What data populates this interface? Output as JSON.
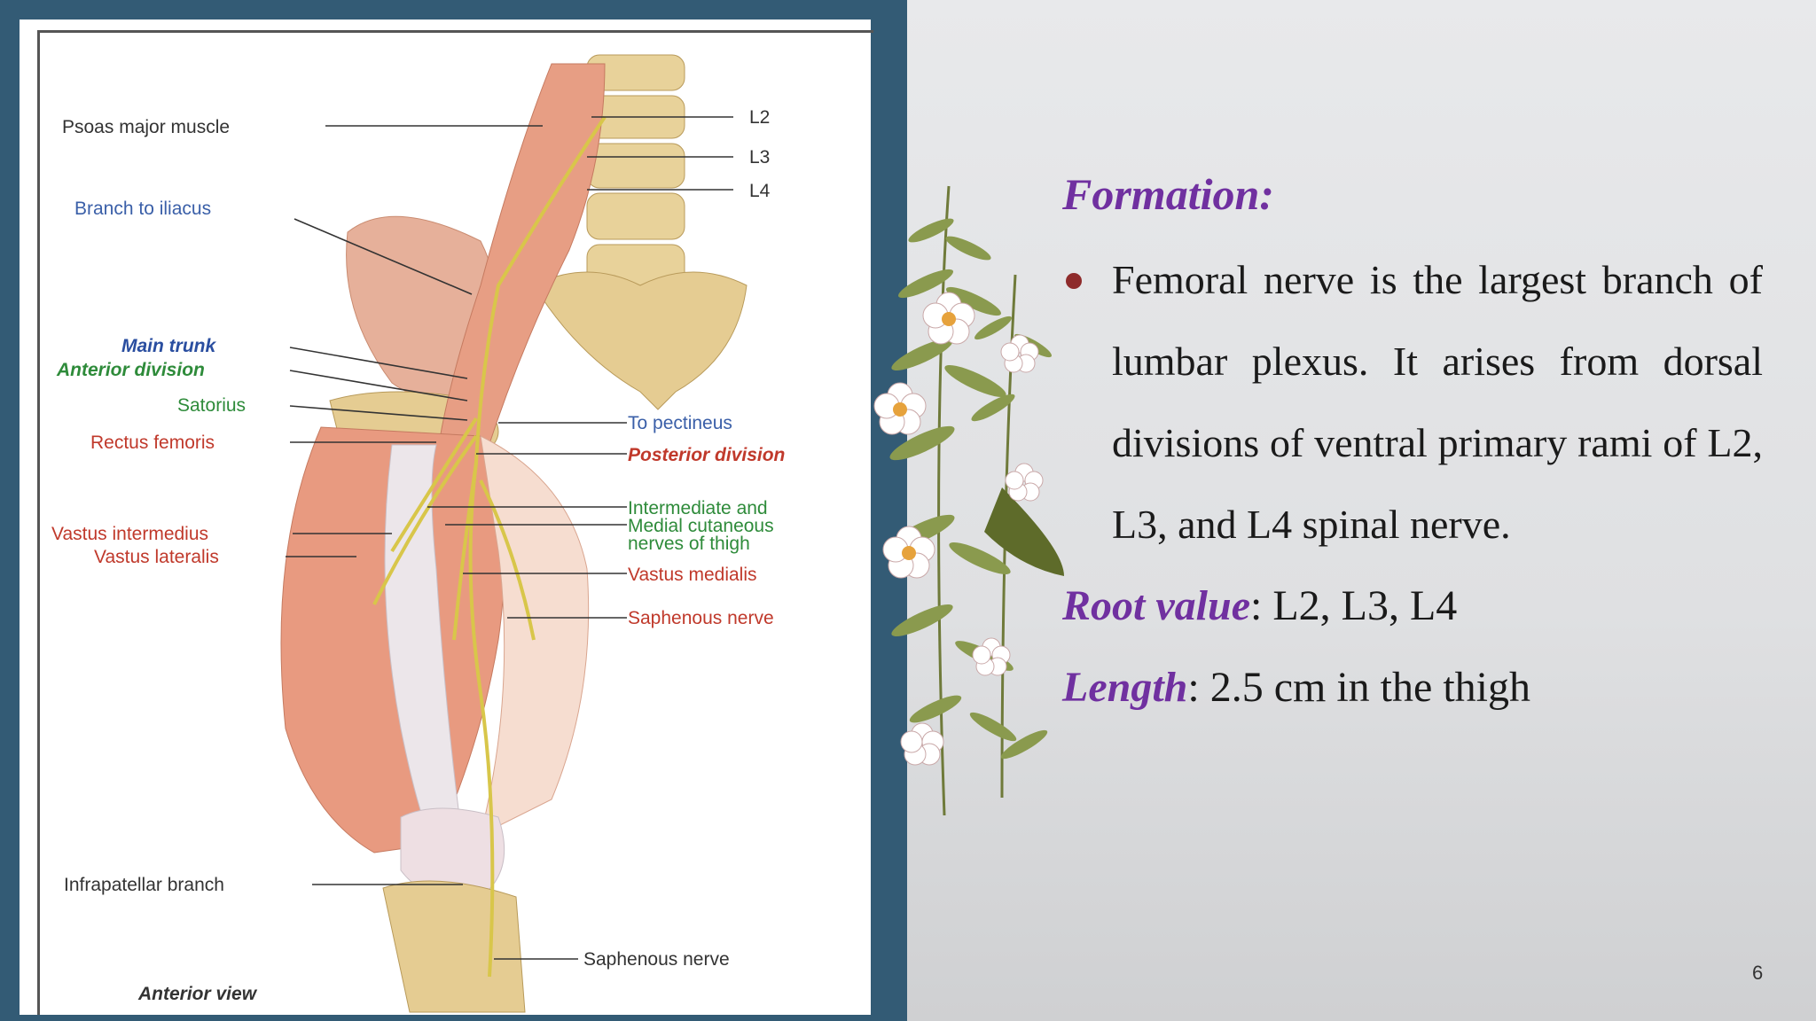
{
  "figure": {
    "labels_left": [
      {
        "id": "psoas",
        "text": "Psoas major muscle",
        "color": "#333333"
      },
      {
        "id": "iliacus",
        "text": "Branch to iliacus",
        "color": "#3a5fa8"
      },
      {
        "id": "main_trunk",
        "text": "Main trunk",
        "color": "#2a4ea0"
      },
      {
        "id": "anterior_div",
        "text": "Anterior division",
        "color": "#2e8b3a"
      },
      {
        "id": "satorius",
        "text": "Satorius",
        "color": "#2e8b3a"
      },
      {
        "id": "rectus",
        "text": "Rectus femoris",
        "color": "#c0392b"
      },
      {
        "id": "vastus_int",
        "text": "Vastus intermedius",
        "color": "#c0392b"
      },
      {
        "id": "vastus_lat",
        "text": "Vastus lateralis",
        "color": "#c0392b"
      },
      {
        "id": "infrapatellar",
        "text": "Infrapatellar branch",
        "color": "#333333"
      },
      {
        "id": "anterior_view",
        "text": "Anterior view",
        "color": "#333333"
      }
    ],
    "labels_right": [
      {
        "id": "l2",
        "text": "L2",
        "color": "#333333"
      },
      {
        "id": "l3",
        "text": "L3",
        "color": "#333333"
      },
      {
        "id": "l4",
        "text": "L4",
        "color": "#333333"
      },
      {
        "id": "pectineus",
        "text": "To pectineus",
        "color": "#3a5fa8"
      },
      {
        "id": "posterior_div",
        "text": "Posterior division",
        "color": "#c0392b"
      },
      {
        "id": "intermediate1",
        "text": "Intermediate and",
        "color": "#2e8b3a"
      },
      {
        "id": "intermediate2",
        "text": "Medial cutaneous",
        "color": "#2e8b3a"
      },
      {
        "id": "intermediate3",
        "text": "nerves of thigh",
        "color": "#2e8b3a"
      },
      {
        "id": "vastus_med",
        "text": "Vastus medialis",
        "color": "#c0392b"
      },
      {
        "id": "saphenous1",
        "text": "Saphenous nerve",
        "color": "#c0392b"
      },
      {
        "id": "saphenous2",
        "text": "Saphenous nerve",
        "color": "#333333"
      }
    ]
  },
  "content": {
    "heading": "Formation:",
    "bullet": "Femoral nerve is the largest branch of lumbar plexus. It arises from dorsal divisions of ventral primary rami of L2, L3, and L4 spinal nerve.",
    "root_label": "Root value",
    "root_value": ": L2, L3, L4",
    "length_label": "Length",
    "length_value": ": 2.5 cm in the thigh"
  },
  "page_number": "6",
  "colors": {
    "frame": "#335b75",
    "accent": "#7030a0",
    "bullet": "#8e2b2b"
  }
}
